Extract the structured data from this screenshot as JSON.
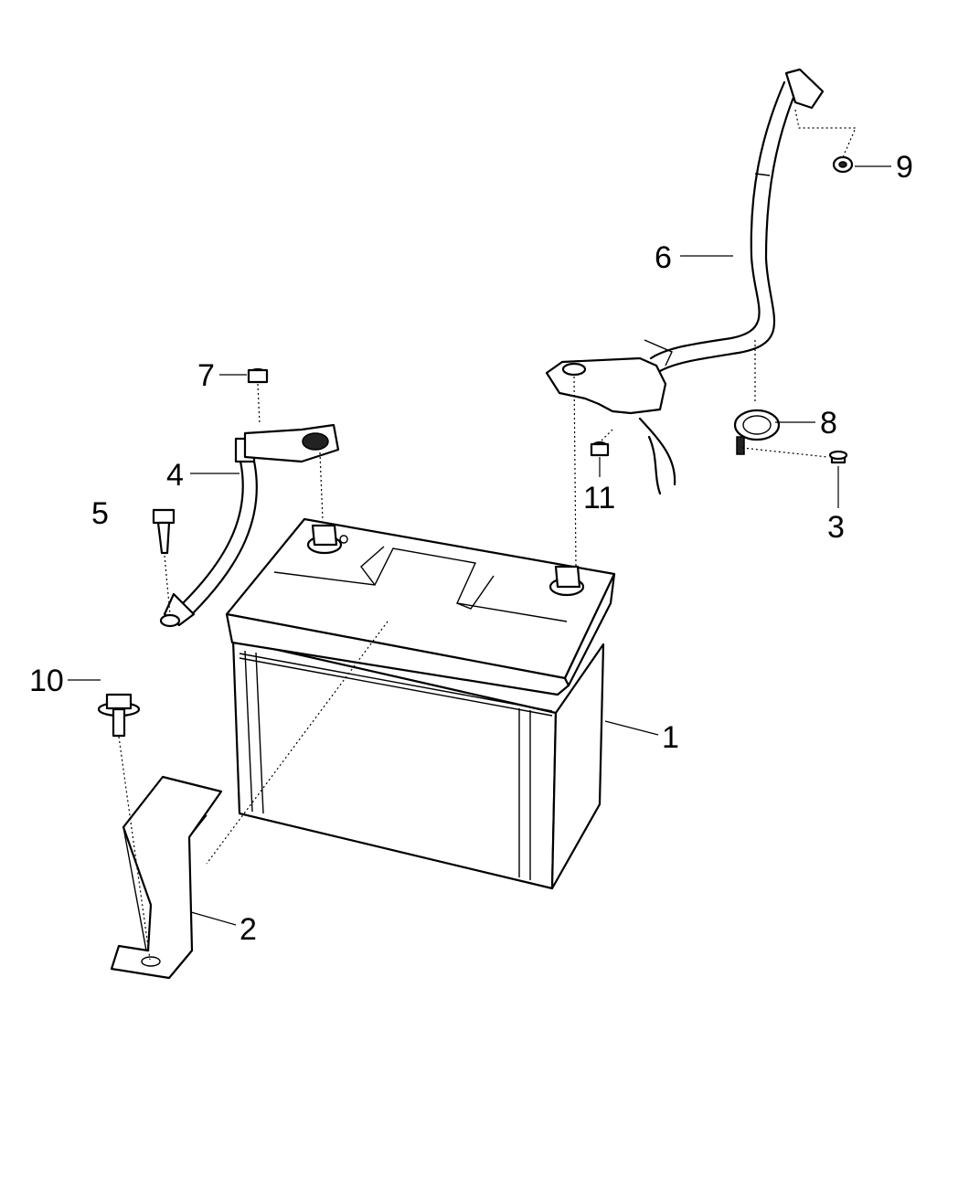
{
  "callouts": {
    "battery": "1",
    "hold_down_bracket": "2",
    "bolt_3": "3",
    "negative_cable": "4",
    "bolt_5": "5",
    "positive_cable": "6",
    "nut_7": "7",
    "clip_8": "8",
    "nut_9": "9",
    "bolt_10": "10",
    "nut_11": "11"
  },
  "colors": {
    "line": "#000000",
    "background": "#ffffff"
  }
}
